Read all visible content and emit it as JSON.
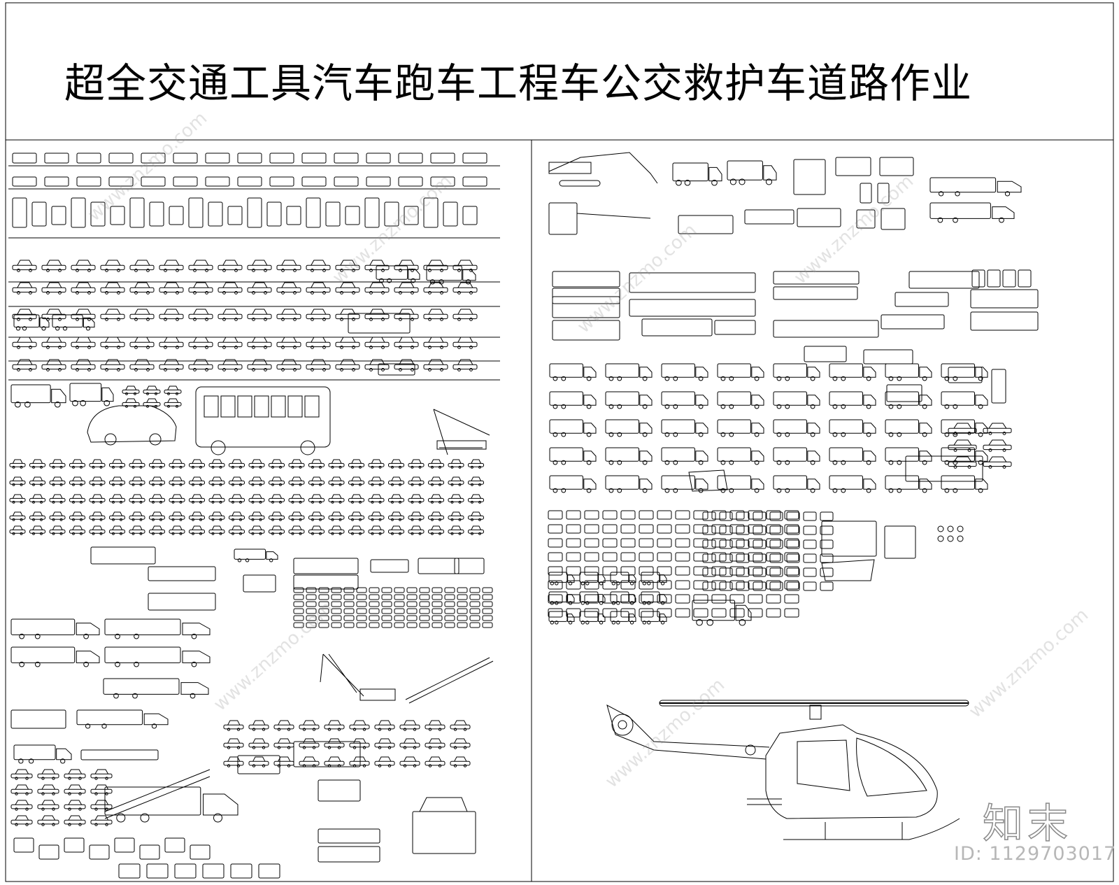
{
  "title": "超全交通工具汽车跑车工程车公交救护车道路作业",
  "watermark": {
    "site": "www.znzmo.com",
    "logo": "知末",
    "id": "ID: 1129703017"
  },
  "colors": {
    "line": "#000000",
    "background": "#ffffff",
    "watermark": "#9a9a9a"
  }
}
